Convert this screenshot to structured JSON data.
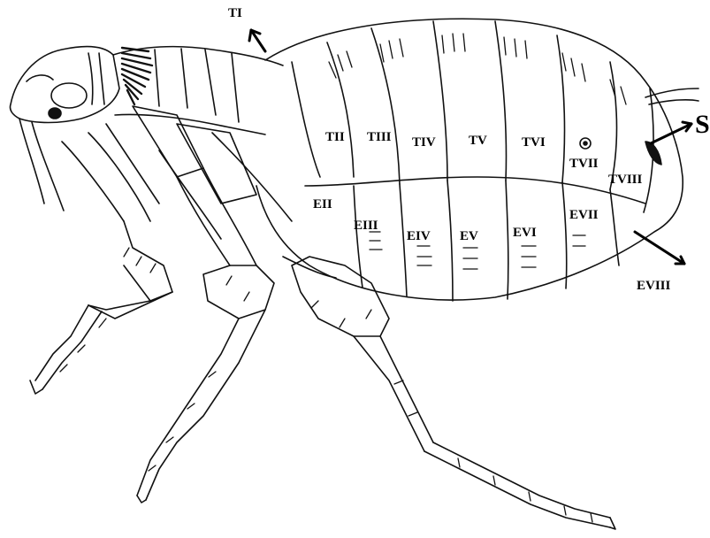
{
  "labels": {
    "t1": "TI",
    "t2": "TII",
    "t3": "TIII",
    "t4": "TIV",
    "t5": "TV",
    "t6": "TVI",
    "t7": "TVII",
    "t8": "TVIII",
    "e2": "EII",
    "e3": "EIII",
    "e4": "EIV",
    "e5": "EV",
    "e6": "EVI",
    "e7": "EVII",
    "e8": "EVIII",
    "s": "S"
  }
}
